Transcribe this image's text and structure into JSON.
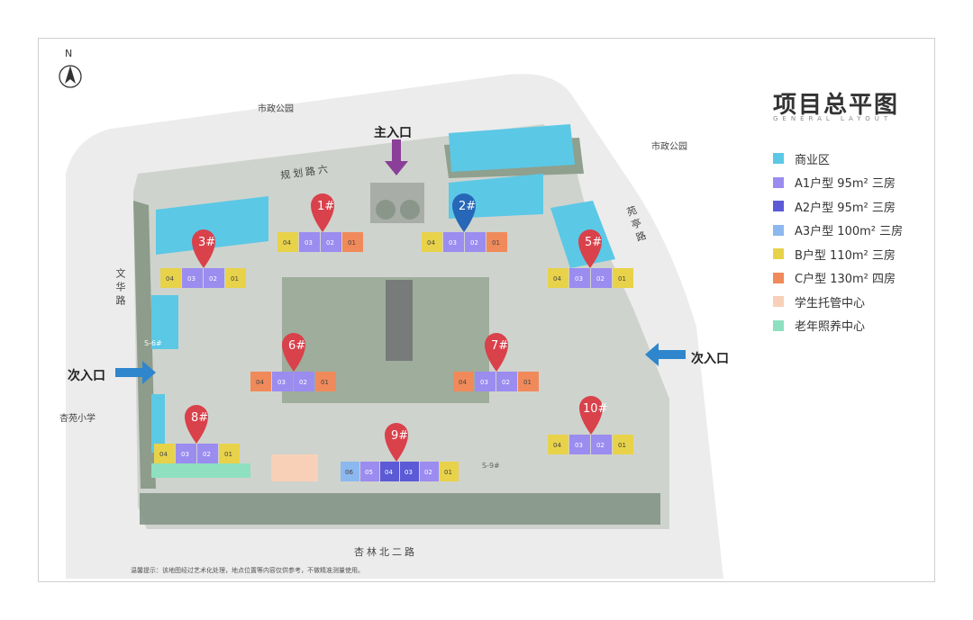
{
  "map": {
    "title": "项目总平图",
    "subtitle": "GENERAL LAYOUT",
    "north_label": "N",
    "legend": [
      {
        "label": "商业区",
        "color": "#5bc8e6"
      },
      {
        "label": "A1户型 95m² 三房",
        "color": "#9b8cf0"
      },
      {
        "label": "A2户型 95m² 三房",
        "color": "#5c5ad6"
      },
      {
        "label": "A3户型 100m² 三房",
        "color": "#8cb8f0"
      },
      {
        "label": "B户型 110m² 三房",
        "color": "#e8d24a"
      },
      {
        "label": "C户型 130m² 四房",
        "color": "#f08a5a"
      },
      {
        "label": "学生托管中心",
        "color": "#f8d0b8"
      },
      {
        "label": "老年照养中心",
        "color": "#8ee0c0"
      }
    ],
    "entrances": {
      "main": "主入口",
      "secondary_left": "次入口",
      "secondary_right": "次入口"
    },
    "places": {
      "park_top": "市政公园",
      "park_right": "市政公园",
      "school": "杏苑小学",
      "road_top": "规划路六",
      "road_left": "文华路",
      "road_right": "苑亭路",
      "road_bottom": "杏林北二路"
    },
    "buildings": [
      {
        "label": "1#",
        "units": [
          "04",
          "03",
          "02",
          "01"
        ]
      },
      {
        "label": "2#",
        "units": [
          "04",
          "03",
          "02",
          "01"
        ]
      },
      {
        "label": "3#",
        "units": [
          "04",
          "03",
          "02",
          "01"
        ]
      },
      {
        "label": "5#",
        "units": [
          "04",
          "03",
          "02",
          "01"
        ]
      },
      {
        "label": "6#",
        "units": [
          "04",
          "03",
          "02",
          "01"
        ]
      },
      {
        "label": "7#",
        "units": [
          "04",
          "03",
          "02",
          "01"
        ]
      },
      {
        "label": "8#",
        "units": [
          "04",
          "03",
          "02",
          "01"
        ]
      },
      {
        "label": "9#",
        "units": [
          "06",
          "05",
          "04",
          "03",
          "02",
          "01"
        ]
      },
      {
        "label": "10#",
        "units": [
          "04",
          "03",
          "02",
          "01"
        ]
      }
    ],
    "other_labels": {
      "s1": "S-6#",
      "s2": "S-9#"
    },
    "disclaimer": "温馨提示：该地图经过艺术化处理，地点位置等内容仅供参考，不做精准测量使用。",
    "colors": {
      "ground": "#d9dcd6",
      "road": "#e9e9e9",
      "green": "#8fa08e",
      "marker_red": "#d9414b",
      "marker_blue": "#2767b8",
      "arrow_main": "#8a3f98",
      "arrow_side": "#2f86cc"
    }
  }
}
